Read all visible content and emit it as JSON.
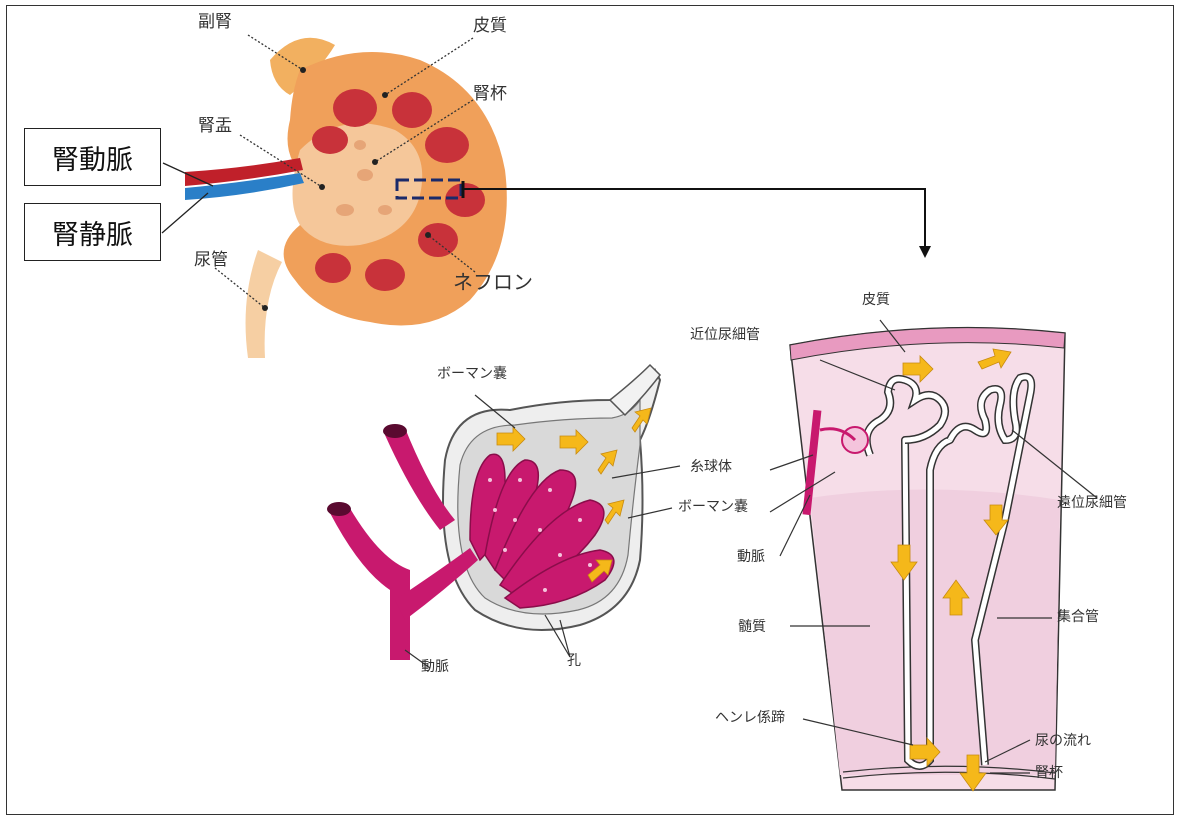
{
  "kidney": {
    "labels": {
      "adrenal": "副腎",
      "cortex": "皮質",
      "calyx": "腎杯",
      "pelvis": "腎盂",
      "ureter": "尿管",
      "nephron": "ネフロン"
    },
    "boxes": {
      "renal_artery": "腎動脈",
      "renal_vein": "腎静脈"
    }
  },
  "glomerulus": {
    "labels": {
      "bowman_top": "ボーマン嚢",
      "glomerulus": "糸球体",
      "bowman_side": "ボーマン嚢",
      "artery_side": "動脈",
      "artery_bottom": "動脈",
      "hole": "孔"
    }
  },
  "nephron": {
    "labels": {
      "cortex": "皮質",
      "proximal": "近位尿細管",
      "distal": "遠位尿細管",
      "collecting": "集合管",
      "medulla": "髄質",
      "henle": "ヘンレ係蹄",
      "urine_flow": "尿の流れ",
      "calyx": "腎杯"
    }
  },
  "colors": {
    "kidney_outer": "#f0a05a",
    "kidney_inner": "#f5c79a",
    "pyramid": "#c8323a",
    "artery": "#c0202a",
    "vein": "#2a7fc8",
    "magenta": "#c8196e",
    "arrow": "#f5b81a",
    "cortex_band": "#e89ac0",
    "medulla_fill": "#f3d4e2",
    "highlight_box": "#1a2a6a"
  }
}
